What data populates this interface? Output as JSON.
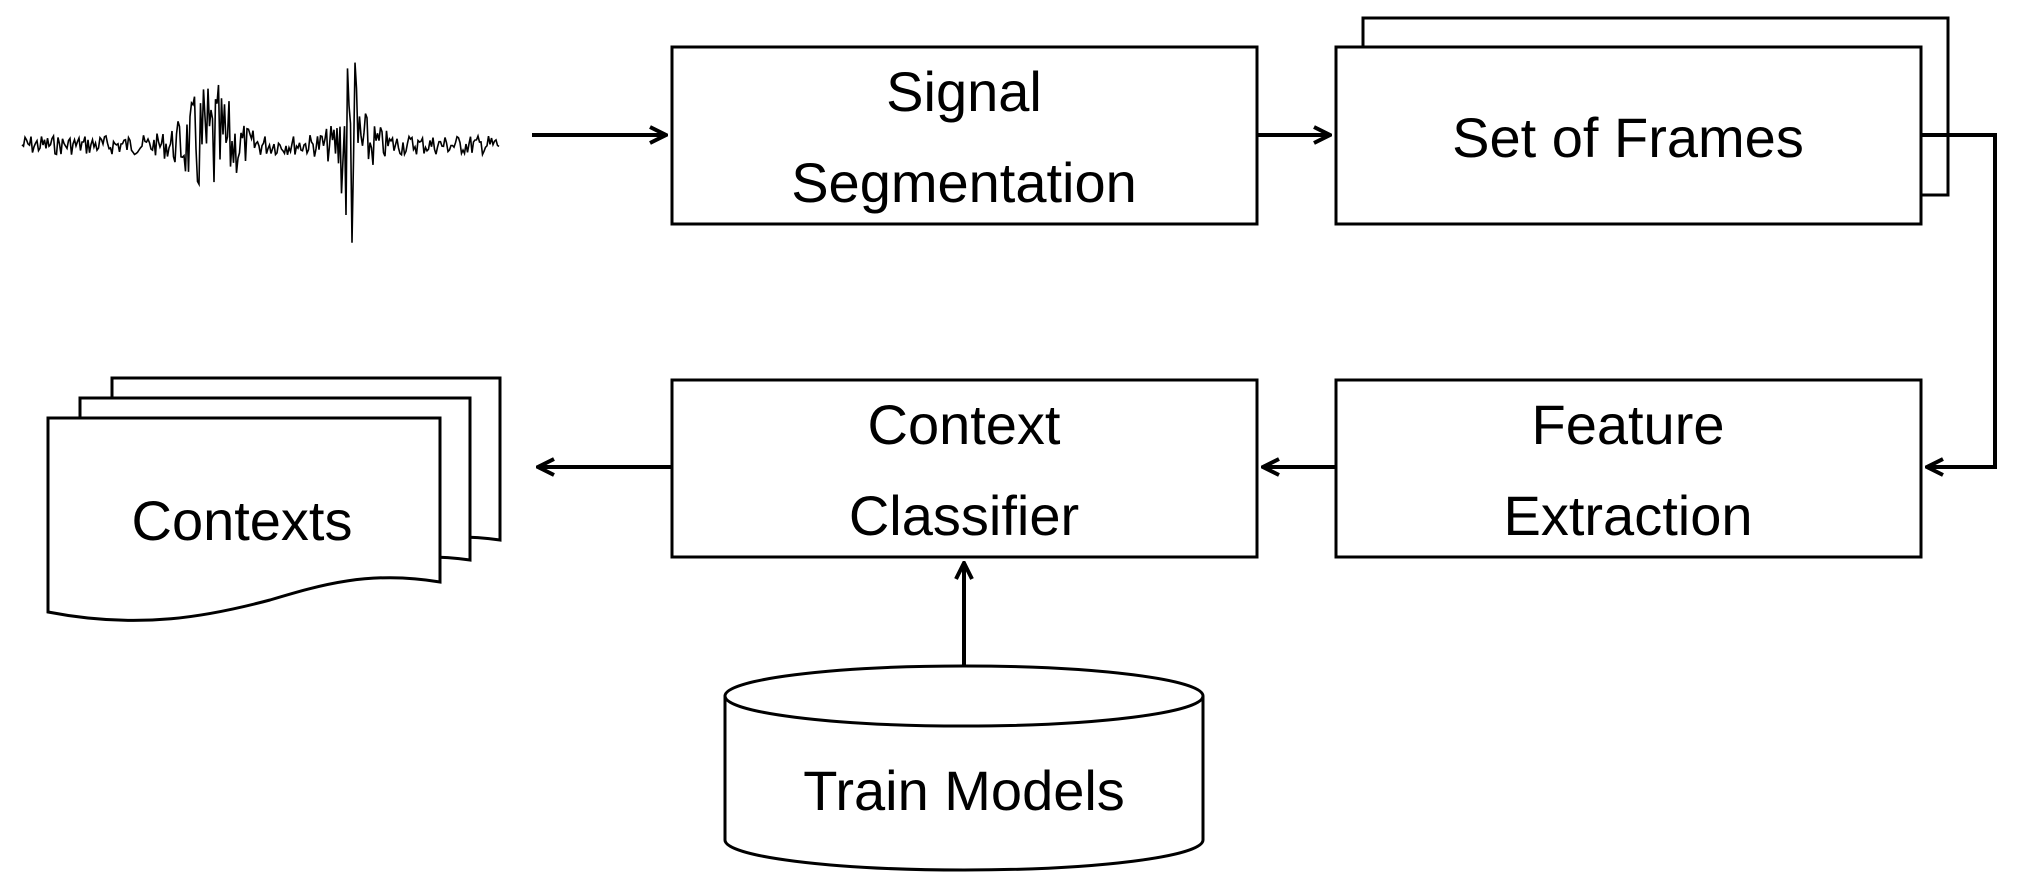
{
  "diagram": {
    "nodes": {
      "signal_segmentation": {
        "line1": "Signal",
        "line2": "Segmentation"
      },
      "set_of_frames": {
        "label": "Set of Frames"
      },
      "feature_extraction": {
        "line1": "Feature",
        "line2": "Extraction"
      },
      "context_classifier": {
        "line1": "Context",
        "line2": "Classifier"
      },
      "train_models": {
        "label": "Train Models"
      },
      "contexts": {
        "label": "Contexts"
      }
    },
    "icons": {
      "input_signal": "waveform-icon"
    },
    "colors": {
      "stroke": "#000000",
      "fill": "#ffffff"
    }
  }
}
